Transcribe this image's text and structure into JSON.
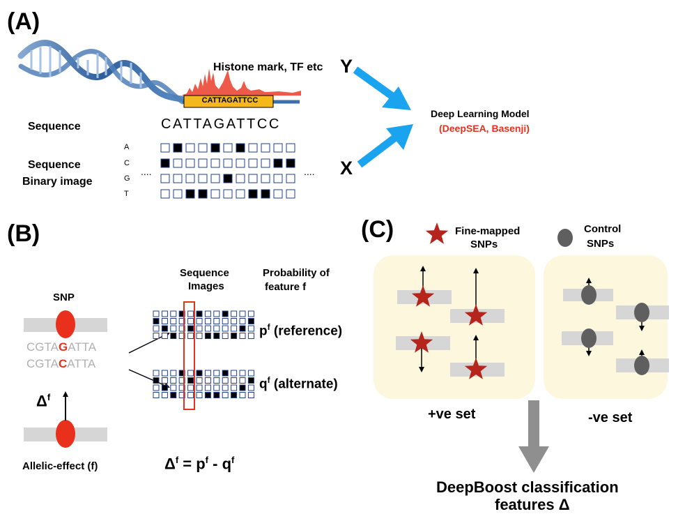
{
  "panelA": {
    "label": "(A)",
    "histone_label": "Histone mark, TF etc",
    "y_label": "Y",
    "x_label": "X",
    "box_seq": "CATTAGATTCC",
    "sequence_label": "Sequence",
    "sequence_text": "CATTAGATTCC",
    "binary_label_line1": "Sequence",
    "binary_label_line2": "Binary image",
    "bases": [
      "A",
      "C",
      "G",
      "T"
    ],
    "ellipsis": "....",
    "model_title": "Deep Learning Model",
    "model_examples": "(DeepSEA, Basenji)"
  },
  "panelB": {
    "label": "(B)",
    "snp_label": "SNP",
    "ref_prefix": "CGTA",
    "ref_allele": "G",
    "ref_suffix": "ATTA",
    "alt_prefix": "CGTA",
    "alt_allele": "C",
    "alt_suffix": "ATTA",
    "delta_label": "Δ",
    "delta_sup": "f",
    "seq_images_line1": "Sequence",
    "seq_images_line2": "Images",
    "prob_line1": "Probability of",
    "prob_line2": "feature f",
    "p_base": "p",
    "p_sup": "f",
    "p_rest": " (reference)",
    "q_base": "q",
    "q_sup": "f",
    "q_rest": " (alternate)",
    "allelic_label": "Allelic-effect (f)",
    "eq_delta": "Δ",
    "eq_sup1": "f",
    "eq_mid": " = p",
    "eq_sup2": "f",
    "eq_minus": " - q",
    "eq_sup3": "f"
  },
  "panelC": {
    "label": "(C)",
    "fine_line1": "Fine-mapped",
    "fine_line2": "SNPs",
    "control_line1": "Control",
    "control_line2": "SNPs",
    "pos_set": "+ve set",
    "neg_set": "-ve set",
    "deepboost_line1": "DeepBoost classification",
    "deepboost_line2": "features Δ"
  },
  "colors": {
    "red": "#e8301c",
    "blue_arrow": "#1aa3ee",
    "star": "#b5251c",
    "control": "#5f5f5f",
    "box_fill": "#fdf7de",
    "bar_gray": "#d6d6d6",
    "cell_border": "#1f3d8a",
    "dna_blue": "#3d6fa8",
    "seq_box": "#f4b81c",
    "peak": "#ee5a4a"
  },
  "icons": {
    "dna": "dna-helix-icon",
    "star": "star-icon",
    "control": "ellipse-icon"
  }
}
